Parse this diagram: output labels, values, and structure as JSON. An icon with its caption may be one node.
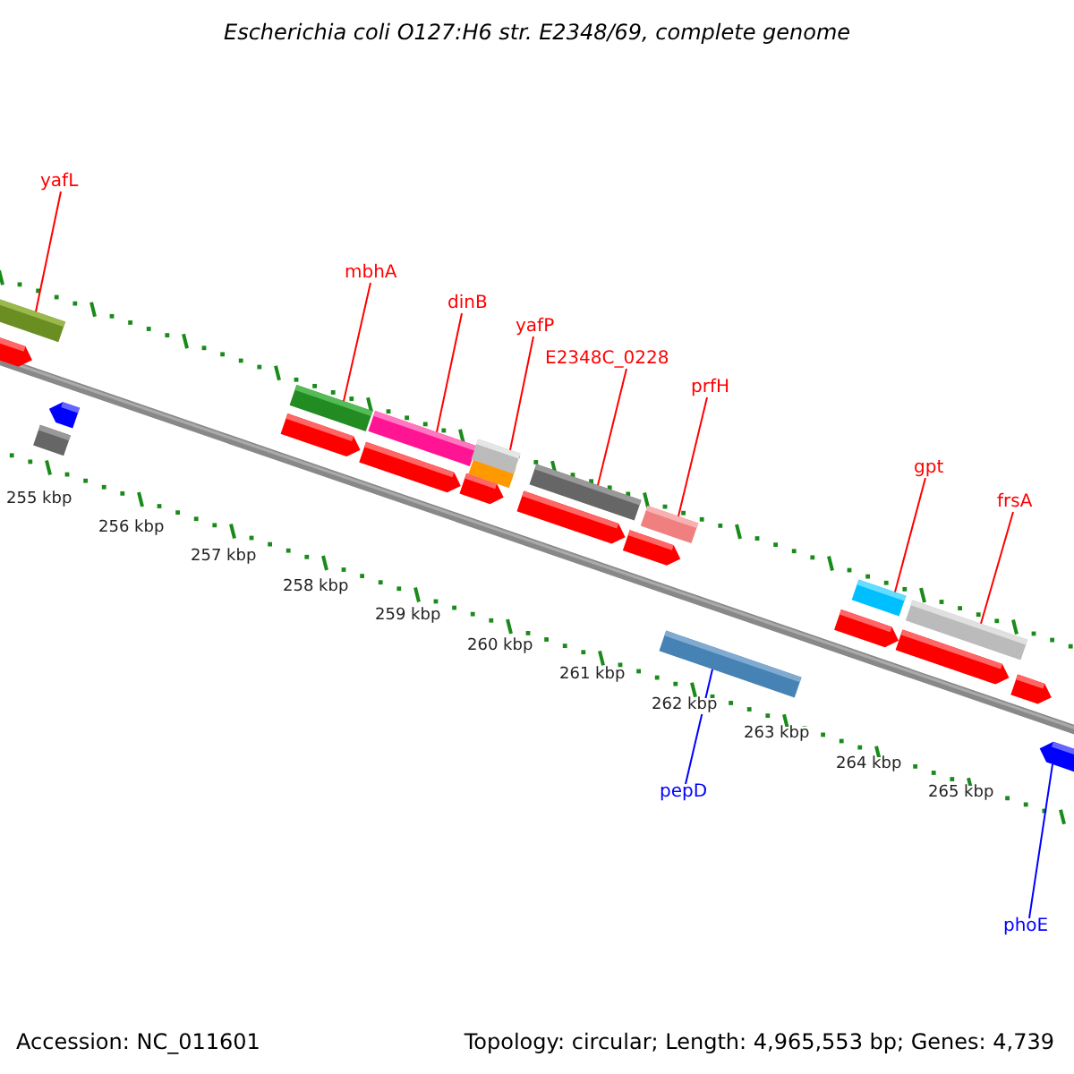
{
  "diagram": {
    "title": "Escherichia coli O127:H6 str. E2348/69, complete genome",
    "nodes": [
      {
        "text": [
          "yafL"
        ]
      },
      {
        "text": [],
        "shape": "bar"
      },
      {
        "text": [
          "mbhA"
        ]
      },
      {
        "text": [],
        "shape": "bar"
      },
      {
        "text": [
          "dinB"
        ]
      },
      {
        "text": [],
        "shape": "bar"
      },
      {
        "text": [
          "yafP"
        ]
      },
      {
        "text": [],
        "shape": "bar"
      },
      {
        "text": [
          "E2348C_0228"
        ]
      },
      {
        "text": [],
        "shape": "bar"
      },
      {
        "text": [
          "prfH"
        ]
      },
      {
        "text": [],
        "shape": "bar"
      },
      {
        "text": [
          "gpt"
        ]
      },
      {
        "text": [],
        "shape": "bar"
      },
      {
        "text": [
          "frsA"
        ]
      },
      {
        "text": [],
        "shape": "bar"
      },
      {
        "text": [
          "pepD"
        ]
      },
      {
        "text": [],
        "shape": "bar"
      },
      {
        "text": [
          "phoE"
        ]
      },
      {
        "text": [],
        "shape": "bar"
      }
    ],
    "edges": [
      {
        "from": 0,
        "to": 1,
        "arrow": "none"
      },
      {
        "from": 2,
        "to": 3,
        "arrow": "none"
      },
      {
        "from": 4,
        "to": 5,
        "arrow": "none"
      },
      {
        "from": 6,
        "to": 7,
        "arrow": "none"
      },
      {
        "from": 8,
        "to": 9,
        "arrow": "none"
      },
      {
        "from": 10,
        "to": 11,
        "arrow": "none"
      },
      {
        "from": 12,
        "to": 13,
        "arrow": "none"
      },
      {
        "from": 14,
        "to": 15,
        "arrow": "none"
      },
      {
        "from": 16,
        "to": 17,
        "arrow": "none",
        "color": "#0000ff"
      },
      {
        "from": 18,
        "to": 19,
        "arrow": "none",
        "color": "#0000ff"
      }
    ],
    "labels": [
      "255 kbp",
      "256 kbp",
      "257 kbp",
      "258 kbp",
      "259 kbp",
      "260 kbp",
      "261 kbp",
      "262 kbp",
      "263 kbp",
      "264 kbp",
      "265 kbp",
      "Accession: NC_011601",
      "Topology: circular; Length: 4,965,553 bp; Genes: 4,739"
    ]
  }
}
